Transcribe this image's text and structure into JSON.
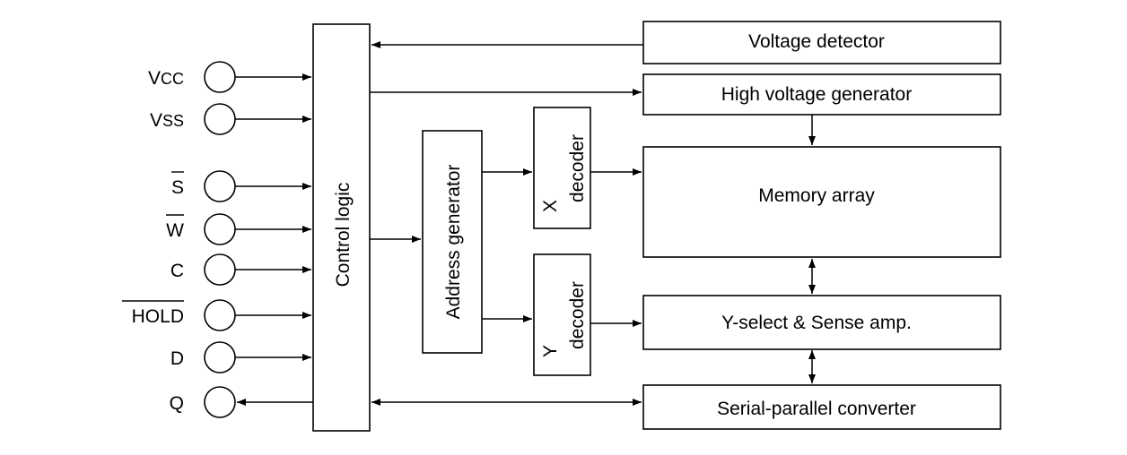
{
  "blocks": {
    "control_logic": "Control logic",
    "address_generator": "Address generator",
    "x_decoder_line1": "X",
    "x_decoder_line2": "decoder",
    "y_decoder_line1": "Y",
    "y_decoder_line2": "decoder",
    "voltage_detector": "Voltage detector",
    "high_voltage_generator": "High voltage generator",
    "memory_array": "Memory array",
    "y_select_sense_amp": "Y-select & Sense amp.",
    "serial_parallel_converter": "Serial-parallel converter"
  },
  "pins": [
    {
      "main": "V",
      "sub": "CC"
    },
    {
      "main": "V",
      "sub": "SS"
    },
    {
      "main": "S",
      "overline": true
    },
    {
      "main": "W",
      "overline": true
    },
    {
      "main": "C"
    },
    {
      "main": "HOLD",
      "overline": true
    },
    {
      "main": "D"
    },
    {
      "main": "Q"
    }
  ]
}
